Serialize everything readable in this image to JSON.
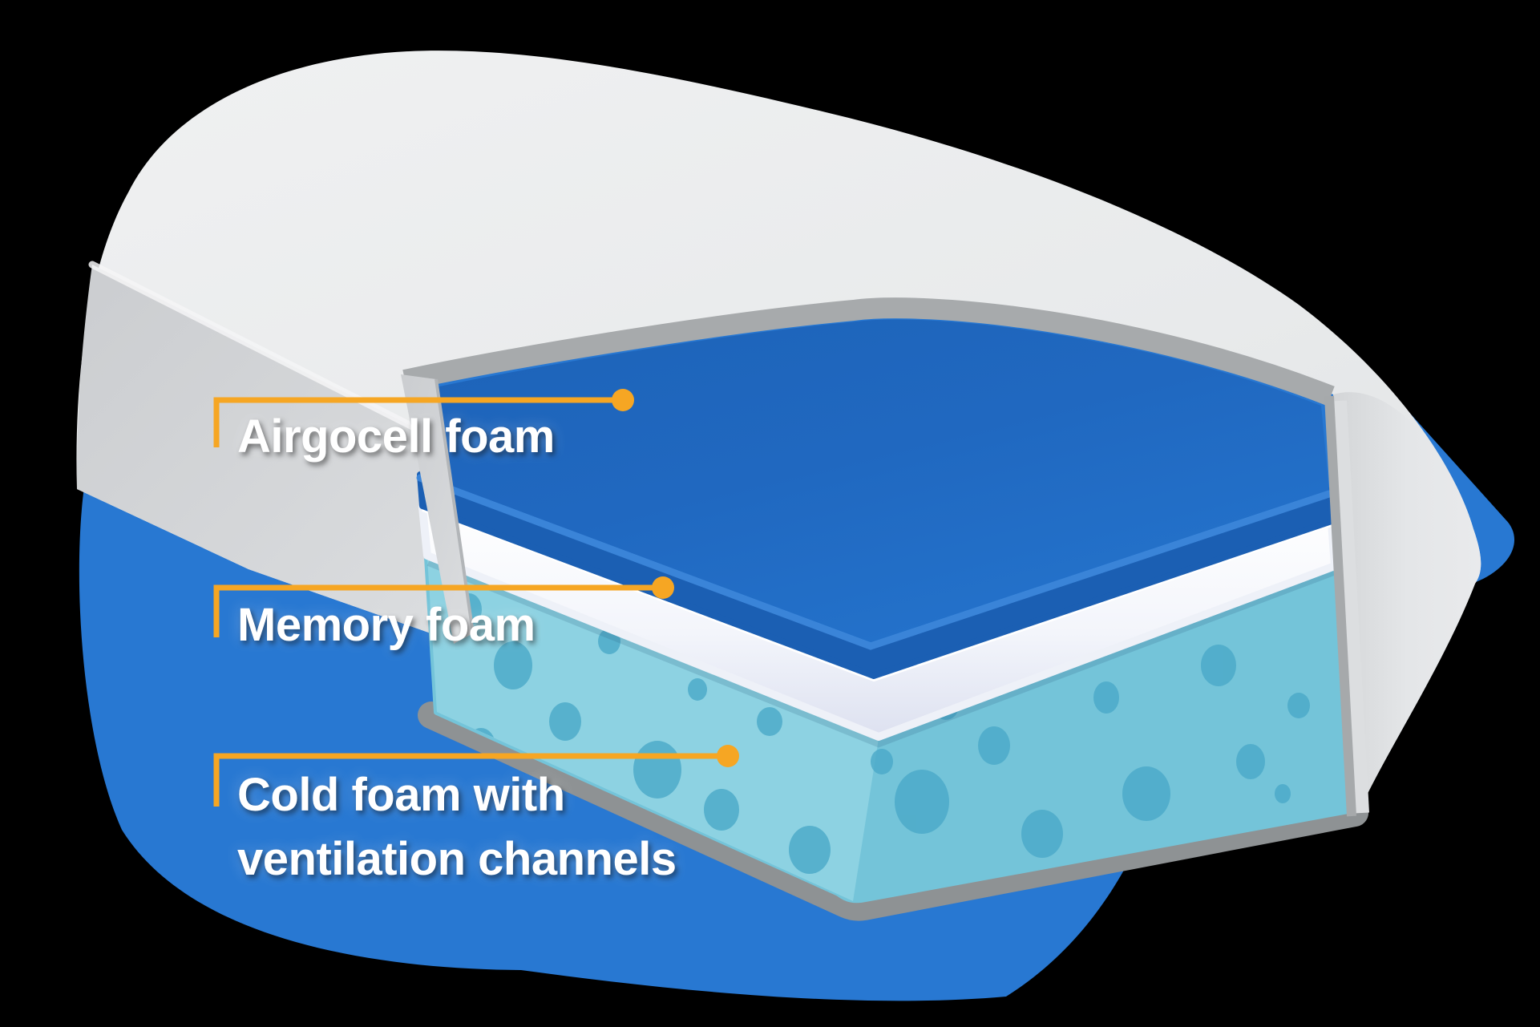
{
  "labels": {
    "airgocell": {
      "text": "Airgocell foam"
    },
    "memory": {
      "text": "Memory foam"
    },
    "cold": {
      "line1": "Cold foam with",
      "line2": "ventilation channels"
    }
  },
  "layers": [
    {
      "name": "Airgocell foam",
      "color": "#2068C0"
    },
    {
      "name": "Memory foam",
      "color": "#F5F7FC"
    },
    {
      "name": "Cold foam with ventilation channels",
      "color": "#74C4D9"
    }
  ],
  "colors": {
    "accent_orange": "#F6A623",
    "blob_blue": "#2878D2",
    "airgocell_blue": "#2068C0",
    "airgocell_edge": "#1B5FB3",
    "memory_white": "#F5F7FC",
    "cold_foam_cyan": "#74C4D9",
    "cold_foam_light": "#8DD2E2",
    "bubble_cyan": "#4AA9C8",
    "rim_gray": "#A7AAAC",
    "bottom_rim_gray": "#8E9294",
    "mattress_gray": "#E9EAEC"
  }
}
